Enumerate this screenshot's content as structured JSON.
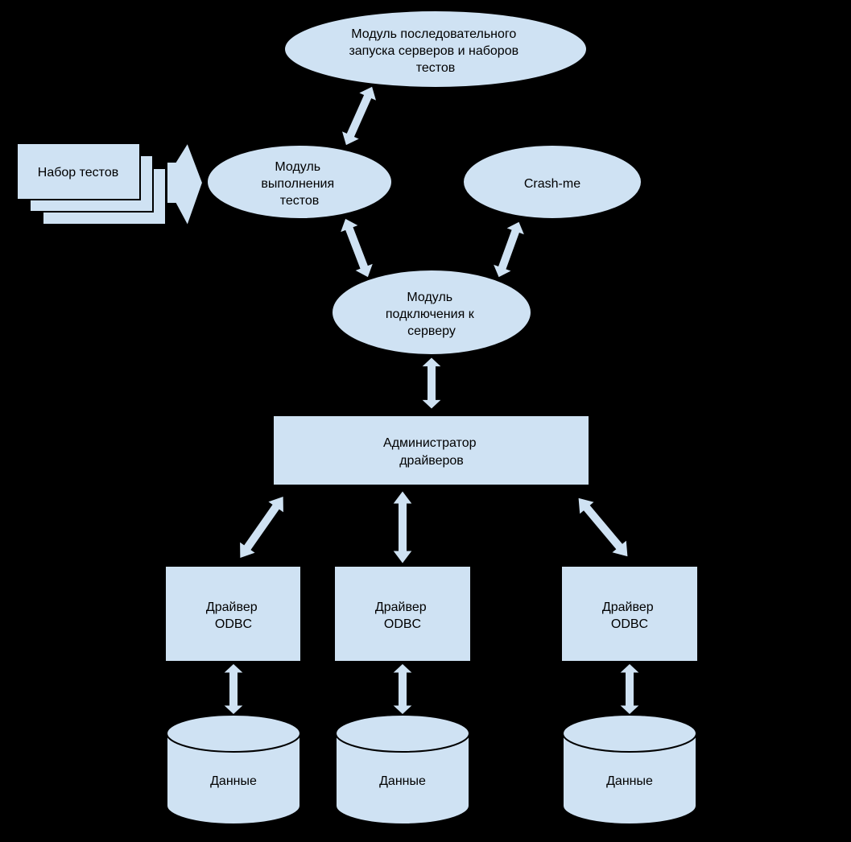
{
  "diagram": {
    "background": "#000000",
    "node_fill": "#cfe2f3",
    "node_stroke": "#000000",
    "nodes": {
      "sequential_launch_module": {
        "lines": [
          "Модуль последовательного",
          "запуска серверов и наборов",
          "тестов"
        ]
      },
      "test_set": {
        "lines": [
          "Набор тестов"
        ]
      },
      "test_execution_module": {
        "lines": [
          "Модуль",
          "выполнения",
          "тестов"
        ]
      },
      "crash_me": {
        "lines": [
          "Crash-me"
        ]
      },
      "server_connection_module": {
        "lines": [
          "Модуль",
          "подключения к",
          "серверу"
        ]
      },
      "driver_manager": {
        "lines": [
          "Администратор",
          "драйверов"
        ]
      },
      "odbc_driver_1": {
        "lines": [
          "Драйвер",
          "ODBC"
        ]
      },
      "odbc_driver_2": {
        "lines": [
          "Драйвер",
          "ODBC"
        ]
      },
      "odbc_driver_3": {
        "lines": [
          "Драйвер",
          "ODBC"
        ]
      },
      "data_1": {
        "lines": [
          "Данные"
        ]
      },
      "data_2": {
        "lines": [
          "Данные"
        ]
      },
      "data_3": {
        "lines": [
          "Данные"
        ]
      }
    },
    "edges": [
      {
        "from": "test_set",
        "to": "test_execution_module",
        "direction": "one-way"
      },
      {
        "from": "test_execution_module",
        "to": "sequential_launch_module",
        "direction": "two-way"
      },
      {
        "from": "test_execution_module",
        "to": "server_connection_module",
        "direction": "two-way"
      },
      {
        "from": "crash_me",
        "to": "server_connection_module",
        "direction": "two-way"
      },
      {
        "from": "server_connection_module",
        "to": "driver_manager",
        "direction": "two-way"
      },
      {
        "from": "driver_manager",
        "to": "odbc_driver_1",
        "direction": "two-way"
      },
      {
        "from": "driver_manager",
        "to": "odbc_driver_2",
        "direction": "two-way"
      },
      {
        "from": "driver_manager",
        "to": "odbc_driver_3",
        "direction": "two-way"
      },
      {
        "from": "odbc_driver_1",
        "to": "data_1",
        "direction": "two-way"
      },
      {
        "from": "odbc_driver_2",
        "to": "data_2",
        "direction": "two-way"
      },
      {
        "from": "odbc_driver_3",
        "to": "data_3",
        "direction": "two-way"
      }
    ]
  }
}
